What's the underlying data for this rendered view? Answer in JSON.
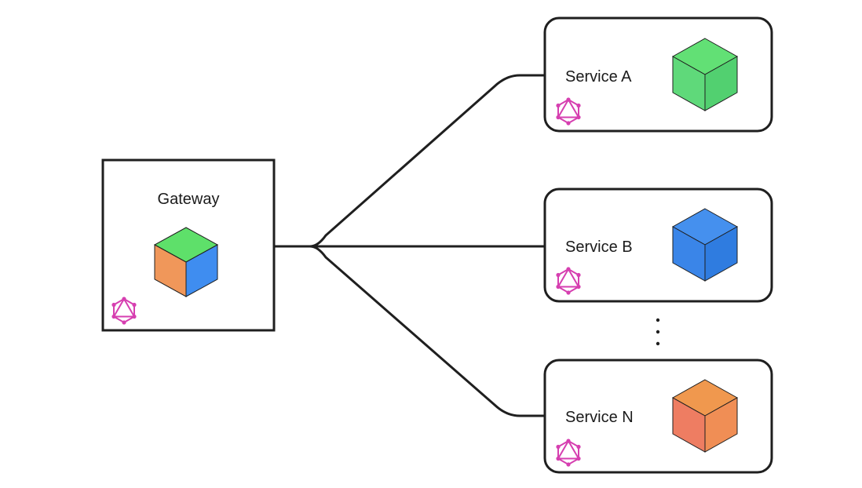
{
  "gateway": {
    "label": "Gateway",
    "cube_colors": {
      "top": "#5ee06a",
      "left": "#f0975a",
      "right": "#3f8df0"
    },
    "icon": "graphql-icon"
  },
  "services": [
    {
      "label": "Service A",
      "cube_colors": {
        "top": "#62e075",
        "left": "#5fd97a",
        "right": "#52d070"
      },
      "icon": "graphql-icon"
    },
    {
      "label": "Service B",
      "cube_colors": {
        "top": "#4590ee",
        "left": "#3a85e8",
        "right": "#2f7ce0"
      },
      "icon": "graphql-icon"
    },
    {
      "label": "Service N",
      "cube_colors": {
        "top": "#f0984e",
        "left": "#ee7d62",
        "right": "#f08e55"
      },
      "icon": "graphql-icon"
    }
  ],
  "ellipsis": "⋮",
  "colors": {
    "stroke": "#1f1f1f",
    "graphql": "#d63fb0"
  }
}
